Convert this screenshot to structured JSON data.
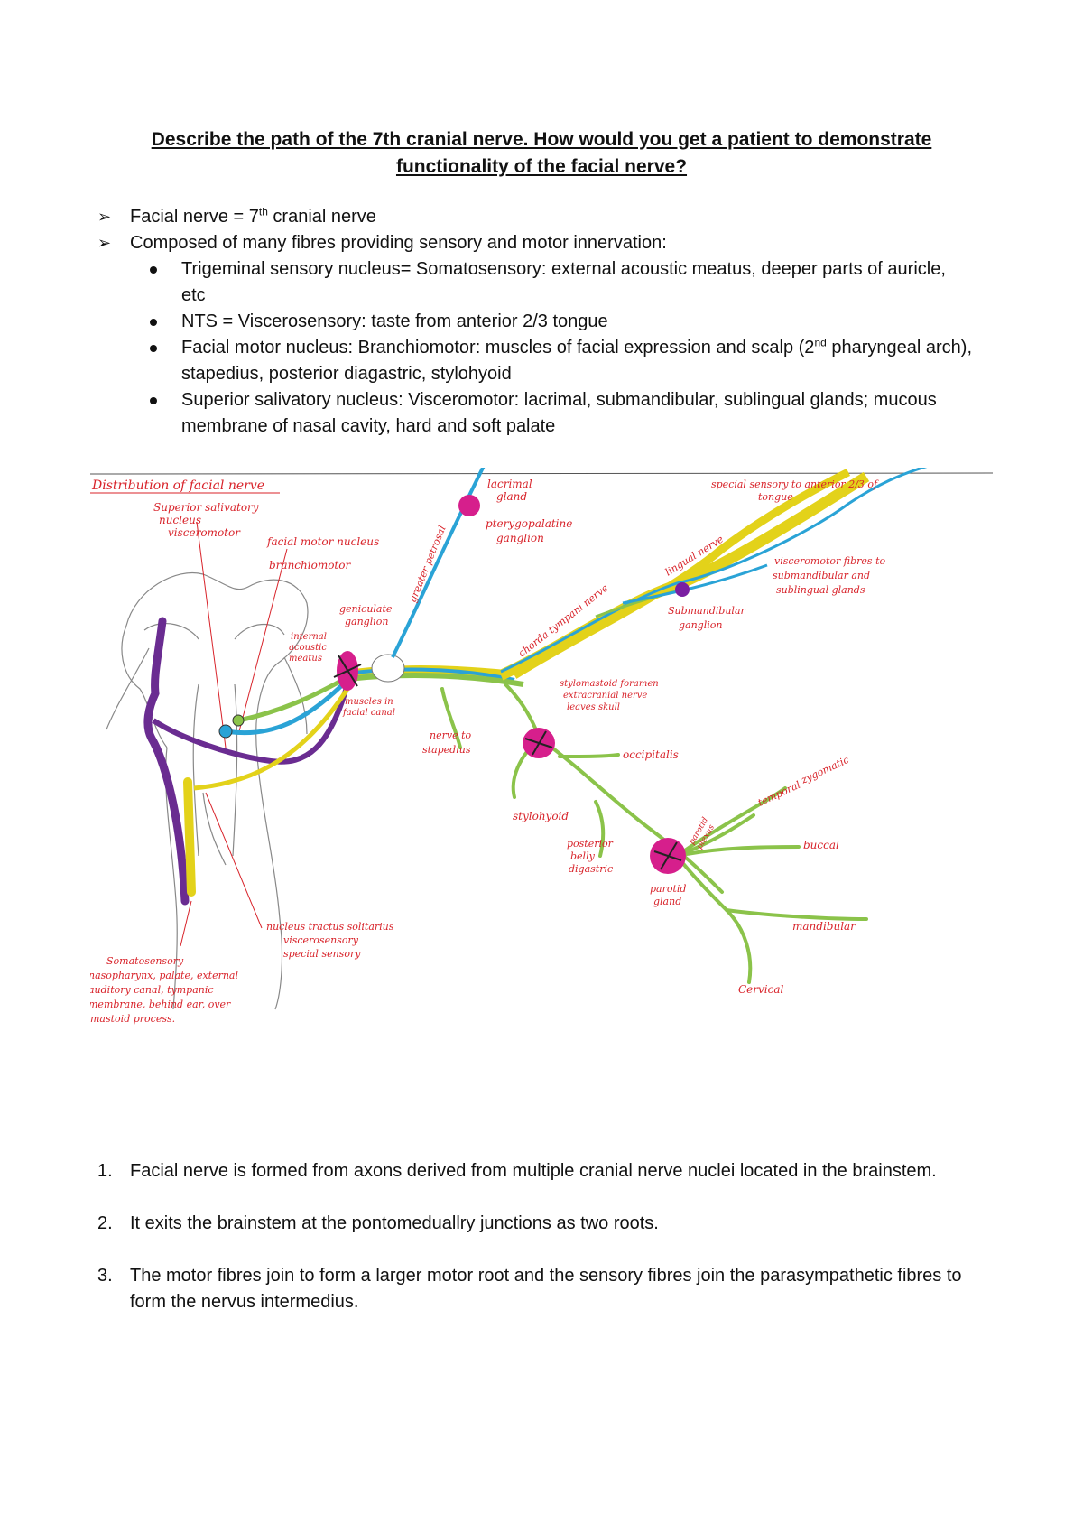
{
  "title": "Describe the path of the 7th cranial nerve. How would you get a patient to demonstrate functionality of the facial nerve?",
  "bullets": [
    {
      "arrow": "➢",
      "pre": "Facial nerve = 7",
      "sup": "th",
      "post": " cranial nerve"
    },
    {
      "arrow": "➢",
      "text": "Composed of many fibres providing sensory and motor innervation:"
    }
  ],
  "sub_bullets": [
    {
      "text": "Trigeminal sensory nucleus= Somatosensory: external acoustic meatus, deeper parts of auricle, etc"
    },
    {
      "text": "NTS = Viscerosensory: taste from anterior 2/3 tongue"
    },
    {
      "pre": "Facial motor nucleus: Branchiomotor: muscles of facial expression and scalp (2",
      "sup": "nd",
      "post": " pharyngeal arch), stapedius, posterior diagastric, stylohyoid"
    },
    {
      "text": "Superior salivatory nucleus: Visceromotor: lacrimal, submandibular, sublingual glands; mucous membrane of nasal cavity, hard and soft palate"
    }
  ],
  "diagram": {
    "heading": "Distribution of facial nerve",
    "labels": {
      "superior_salivatory": [
        "Superior salivatory",
        "nucleus",
        "visceromotor"
      ],
      "facial_motor": [
        "facial motor nucleus",
        "branchiomotor"
      ],
      "lacrimal": [
        "lacrimal",
        "gland"
      ],
      "greater_petrosal": "greater petrosal",
      "pterygopalatine": [
        "pterygopalatine",
        "ganglion"
      ],
      "special_sensory": [
        "special sensory to anterior 2/3 of",
        "tongue"
      ],
      "lingual": "lingual nerve",
      "chorda": "chorda tympani nerve",
      "visceromotor_fibres": [
        "visceromotor fibres to",
        "submandibular and",
        "sublingual glands"
      ],
      "submandibular": [
        "Submandibular",
        "ganglion"
      ],
      "geniculate": [
        "geniculate",
        "ganglion"
      ],
      "internal_meatus": [
        "internal",
        "acoustic",
        "meatus"
      ],
      "facial_canal": [
        "muscles in",
        "facial canal"
      ],
      "stylomastoid": [
        "stylomastoid foramen",
        "extracranial nerve",
        "leaves skull"
      ],
      "stapedius": [
        "nerve to",
        "stapedius"
      ],
      "occipitalis": "occipitalis",
      "stylohyoid": "stylohyoid",
      "posterior_belly": [
        "posterior",
        "belly",
        "digastric"
      ],
      "parotid": [
        "parotid",
        "gland"
      ],
      "parotid_plexus": [
        "parotid",
        "plexus"
      ],
      "temporal": "temporal",
      "zygomatic": "zygomatic",
      "buccal": "buccal",
      "mandibular": "mandibular",
      "cervical": "Cervical",
      "nucleus_tractus": [
        "nucleus tractus solitarius",
        "viscerosensory",
        "special sensory"
      ],
      "somatosensory": [
        "Somatosensory",
        "nasopharynx, palate, external",
        "auditory canal, tympanic",
        "membrane, behind ear, over",
        "mastoid process."
      ]
    }
  },
  "steps": [
    {
      "num": "1.",
      "text": "Facial nerve is formed from axons derived from multiple cranial nerve nuclei located in the brainstem."
    },
    {
      "num": "2.",
      "text": "It exits the brainstem at the pontomeduallry junctions as two roots."
    },
    {
      "num": "3.",
      "text": "The motor fibres join to form a larger motor root and the sensory fibres join the parasympathetic fibres to form the nervus intermedius."
    }
  ]
}
